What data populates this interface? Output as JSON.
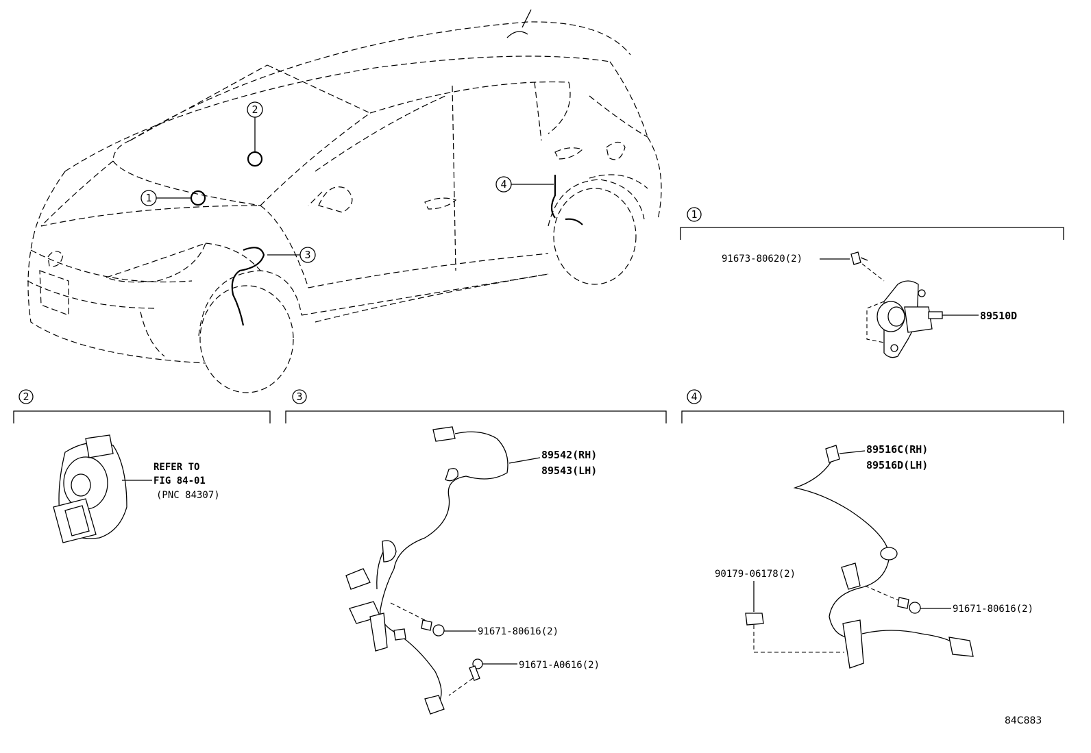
{
  "callouts": {
    "c1": "1",
    "c2": "2",
    "c3": "3",
    "c4": "4"
  },
  "sections": {
    "s1": {
      "number": "1"
    },
    "s2": {
      "number": "2"
    },
    "s3": {
      "number": "3"
    },
    "s4": {
      "number": "4"
    }
  },
  "parts": {
    "p91673": "91673-80620(2)",
    "p89510d": "89510D",
    "refer_line1": "REFER TO",
    "refer_line2": "FIG 84-01",
    "refer_line3": "(PNC 84307)",
    "p89542": "89542(RH)",
    "p89543": "89543(LH)",
    "p91671_80616_a": "91671-80616(2)",
    "p91671_a0616": "91671-A0616(2)",
    "p89516c": "89516C(RH)",
    "p89516d": "89516D(LH)",
    "p90179": "90179-06178(2)",
    "p91671_80616_b": "91671-80616(2)"
  },
  "figure_id": "84C883"
}
